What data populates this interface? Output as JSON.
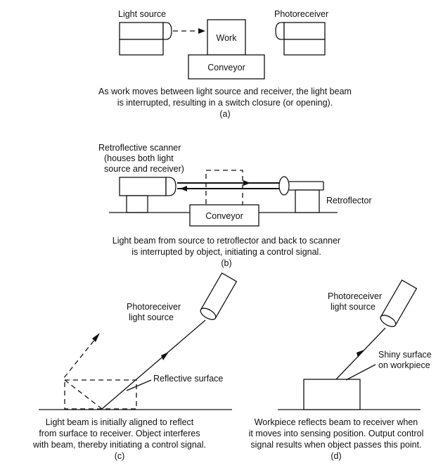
{
  "panel_a": {
    "light_source": "Light source",
    "photoreceiver": "Photoreceiver",
    "work": "Work",
    "conveyor": "Conveyor",
    "caption_1": "As work moves between light source and receiver, the light beam",
    "caption_2": "is interrupted, resulting in a switch closure (or opening).",
    "tag": "(a)"
  },
  "panel_b": {
    "scanner_1": "Retroflective scanner",
    "scanner_2": "(houses both light",
    "scanner_3": "source and receiver)",
    "conveyor": "Conveyor",
    "retroflector": "Retroflector",
    "caption_1": "Light beam from source to retroflector and back to scanner",
    "caption_2": "is interrupted by object, initiating a control signal.",
    "tag": "(b)"
  },
  "panel_c": {
    "photo_1": "Photoreceiver",
    "photo_2": "light source",
    "surface": "Reflective surface",
    "caption_1": "Light beam is initially aligned to reflect",
    "caption_2": "from surface to receiver. Object interferes",
    "caption_3": "with beam, thereby initiating a control signal.",
    "tag": "(c)"
  },
  "panel_d": {
    "photo_1": "Photoreceiver",
    "photo_2": "light source",
    "shiny_1": "Shiny surface",
    "shiny_2": "on workpiece",
    "caption_1": "Workpiece reflects beam to receiver when",
    "caption_2": "it moves into sensing position. Output control",
    "caption_3": "signal results when object passes this point.",
    "tag": "(d)"
  }
}
